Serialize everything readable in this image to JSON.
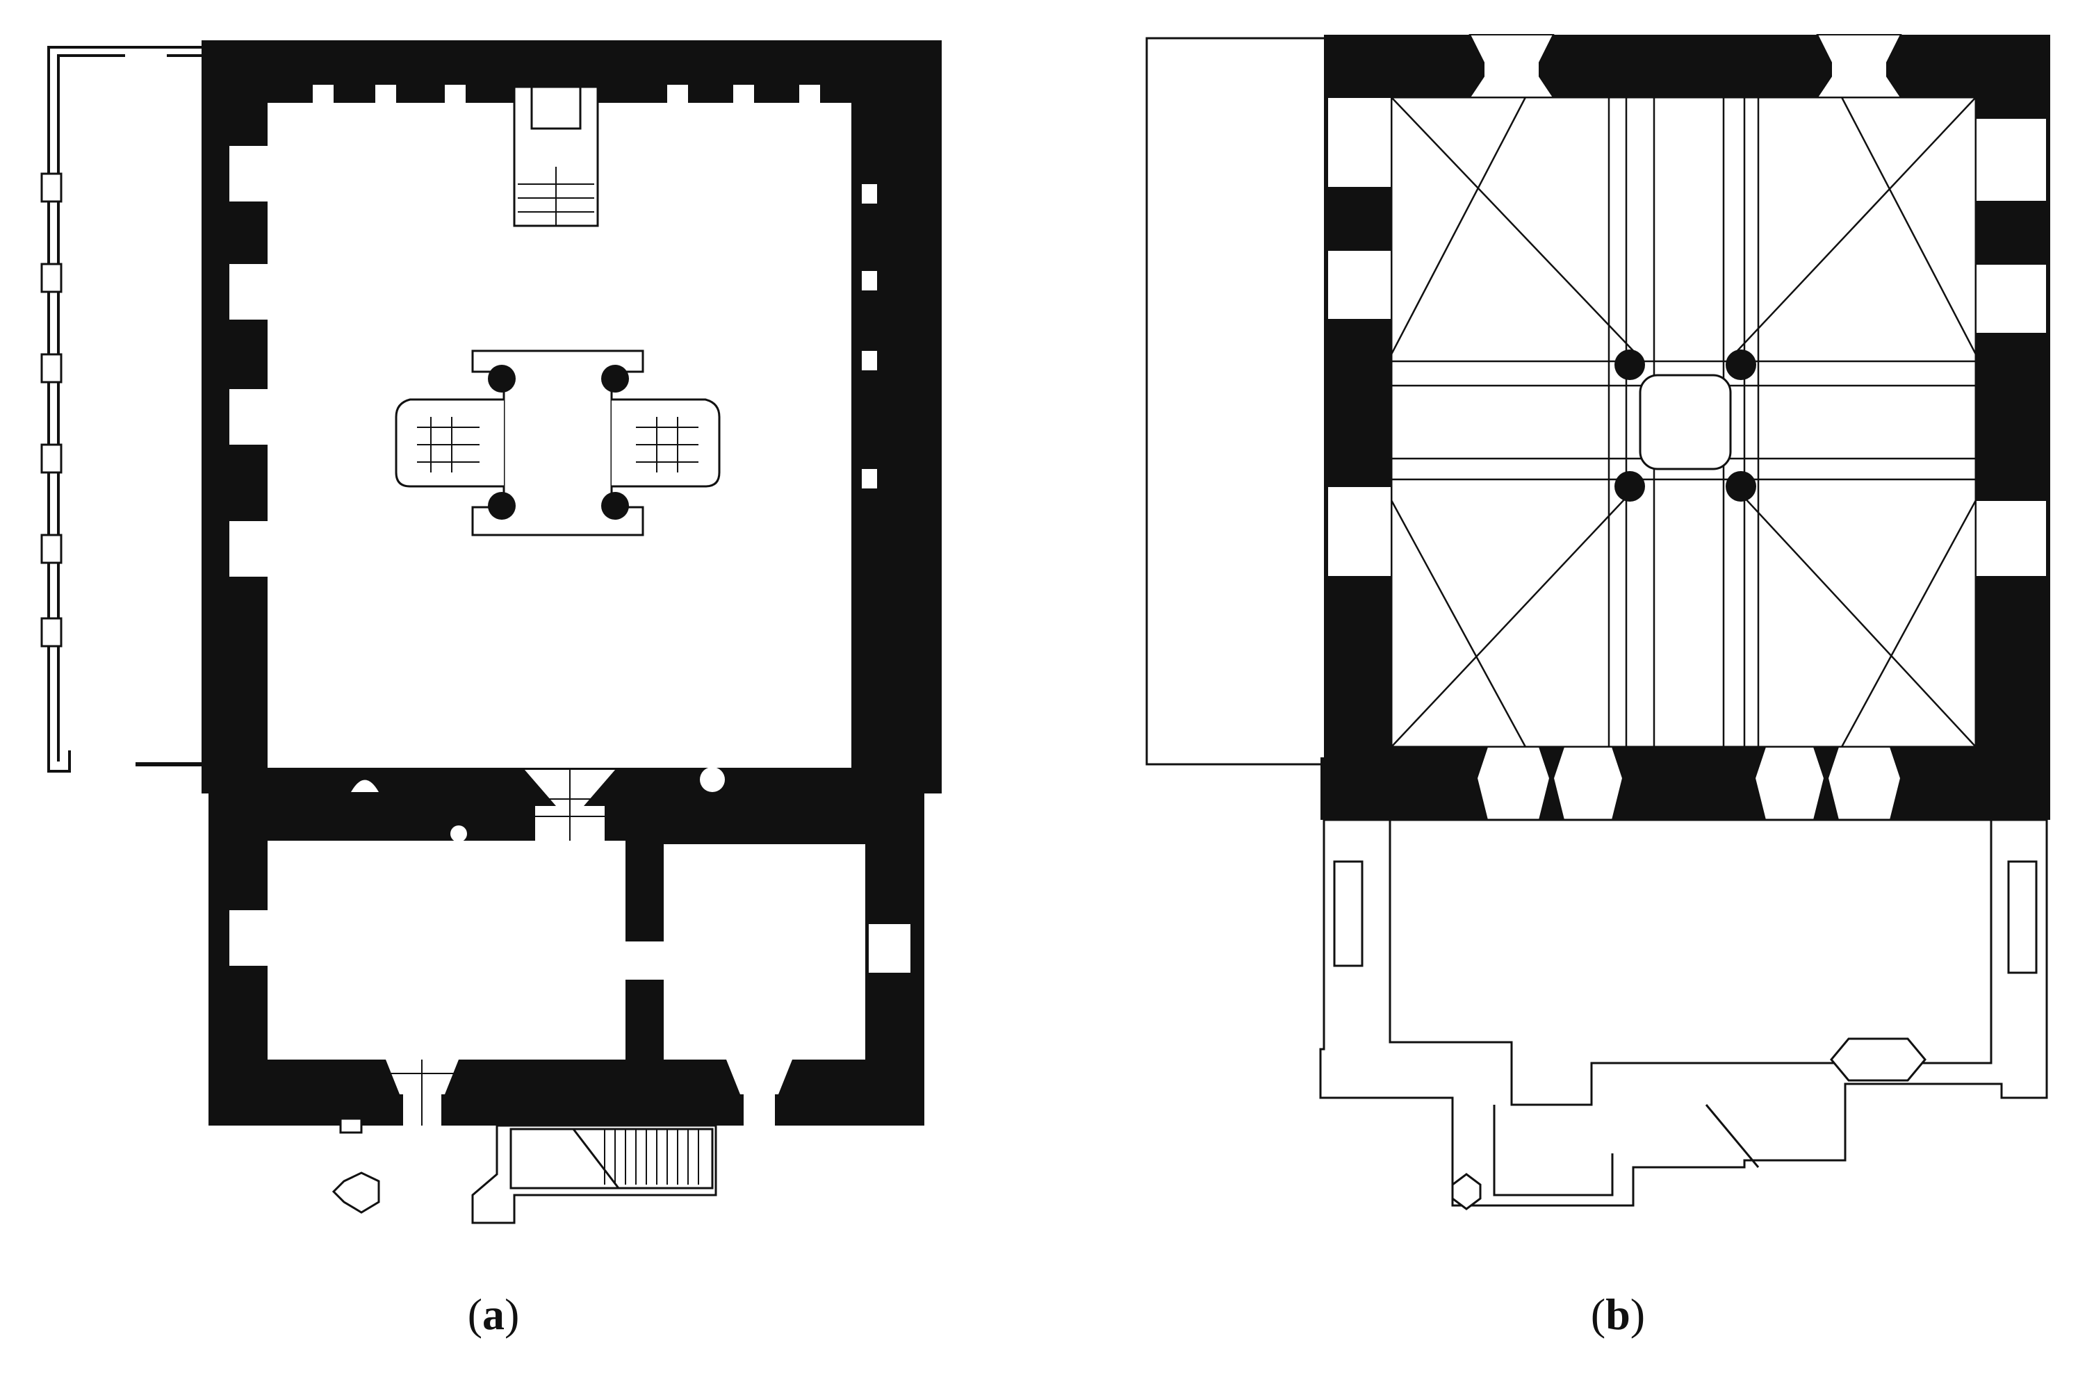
{
  "figure": {
    "panels": [
      {
        "id": "a",
        "caption_open": "(",
        "caption_letter": "a",
        "caption_close": ")"
      },
      {
        "id": "b",
        "caption_open": "(",
        "caption_letter": "b",
        "caption_close": ")"
      }
    ],
    "colors": {
      "ink": "#111111",
      "paper": "#ffffff"
    }
  }
}
